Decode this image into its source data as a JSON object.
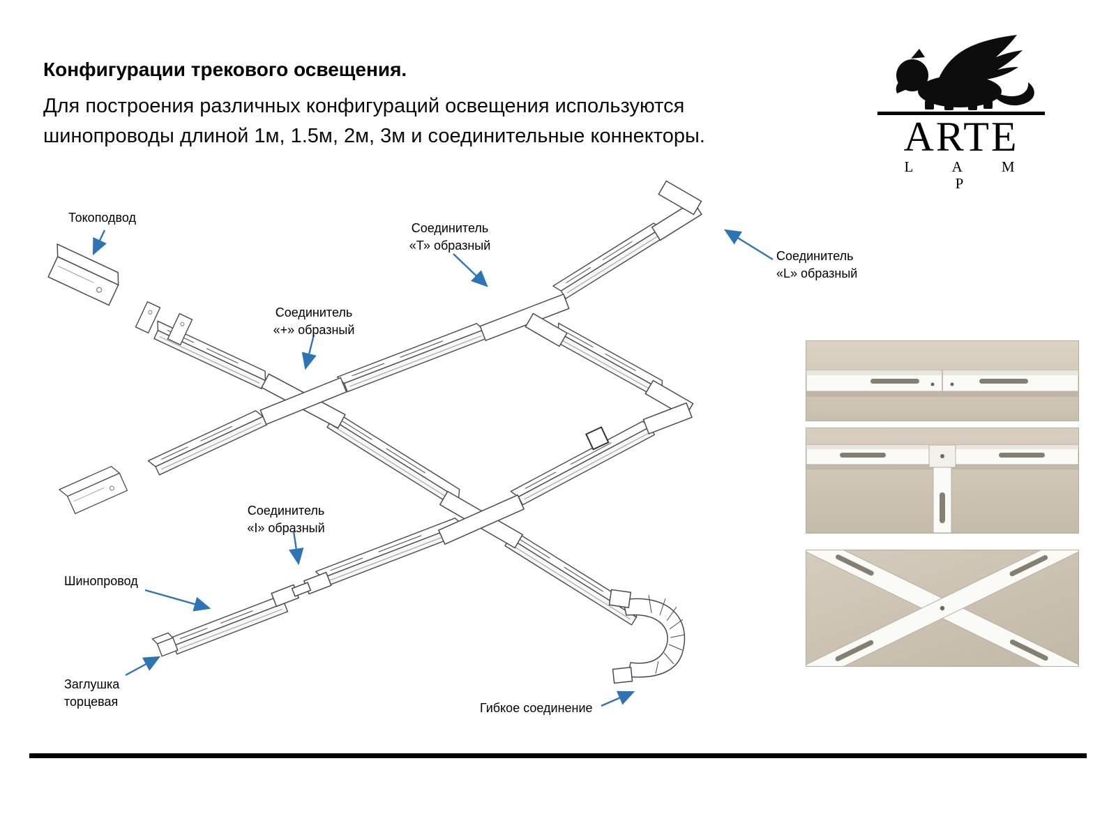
{
  "page": {
    "title": "Конфигурации трекового освещения.",
    "subtitle_line1": "Для построения различных конфигураций освещения используются",
    "subtitle_line2": "шинопроводы  длиной 1м, 1.5м, 2м, 3м и соединительные коннекторы."
  },
  "logo": {
    "brand": "ARTE",
    "sub": "L A M P"
  },
  "callouts": {
    "power_feed": "Токоподвод",
    "t_connector_line1": "Соединитель",
    "t_connector_line2": "«Т» образный",
    "l_connector_line1": "Соединитель",
    "l_connector_line2": "«L» образный",
    "plus_connector_line1": "Соединитель",
    "plus_connector_line2": "«+» образный",
    "i_connector_line1": "Соединитель",
    "i_connector_line2": "«I» образный",
    "track": "Шинопровод",
    "end_cap_line1": "Заглушка",
    "end_cap_line2": "торцевая",
    "flexible": "Гибкое соединение"
  },
  "colors": {
    "arrow_blue": "#2e74b5",
    "line_dark": "#4a4a4a",
    "photo_background": "#d2c8b8",
    "track_white": "#fafaf7",
    "rule_black": "#000000"
  }
}
